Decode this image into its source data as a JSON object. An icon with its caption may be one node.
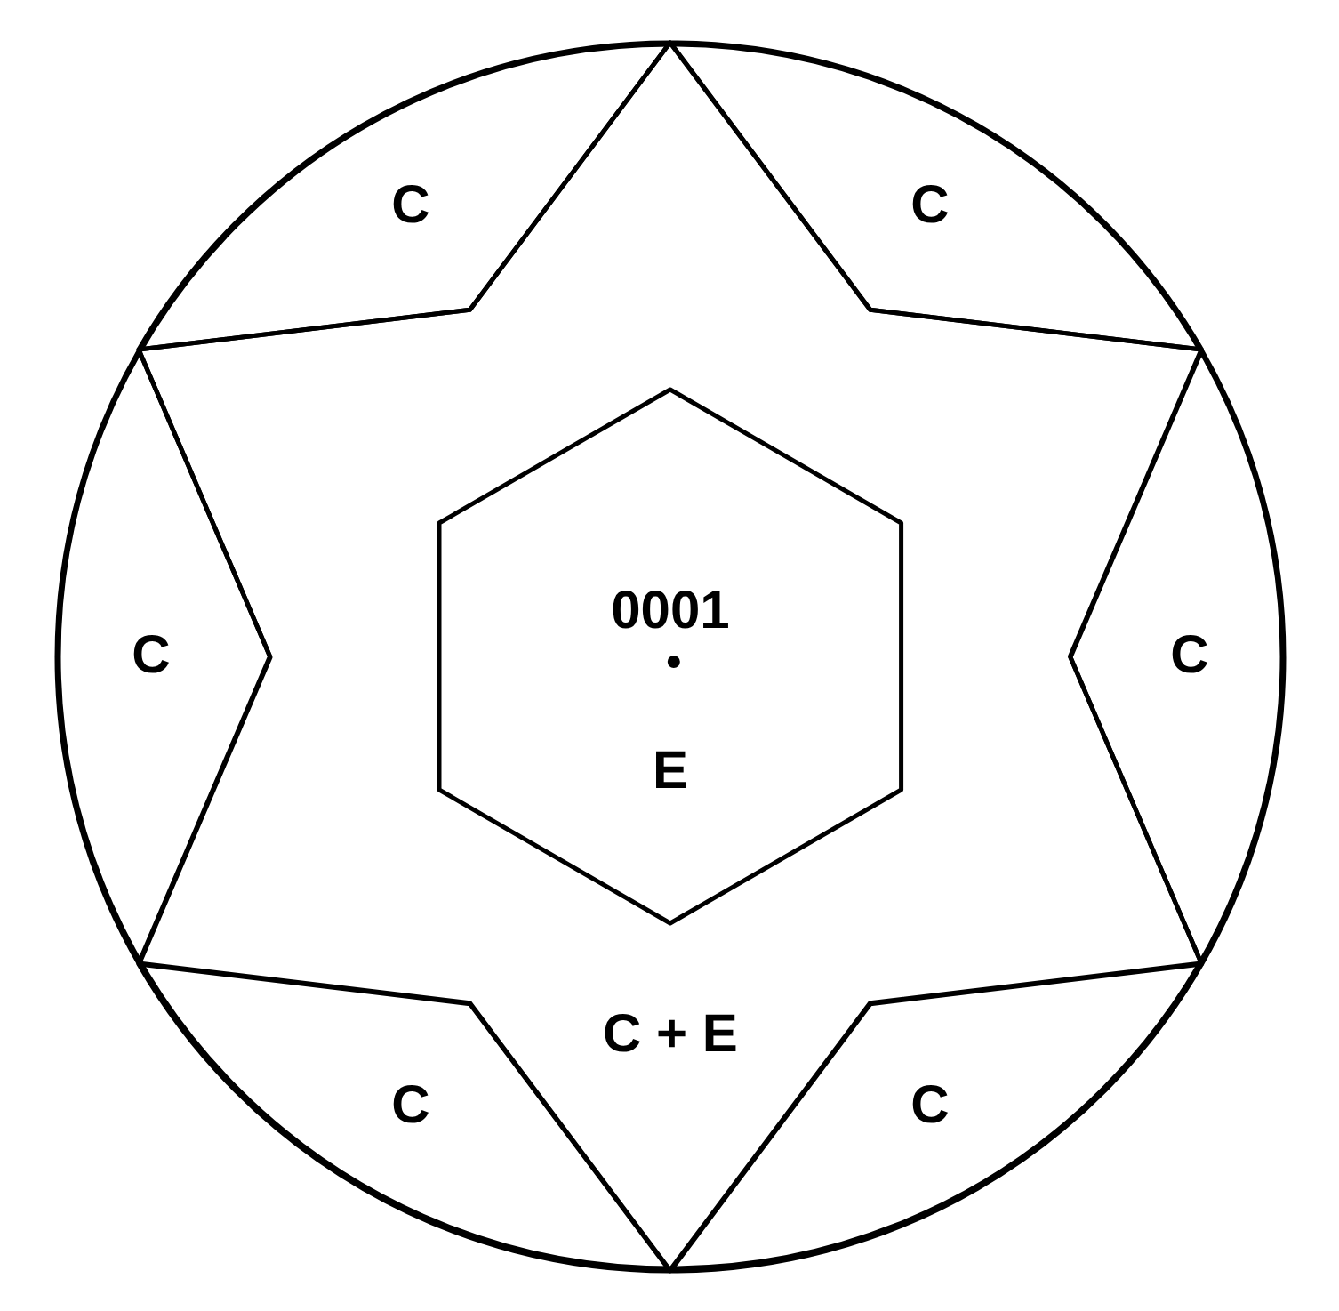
{
  "diagram": {
    "nodes": [
      {
        "text": [],
        "shape": "circle"
      },
      {
        "text": [
          "C"
        ],
        "in": 0
      },
      {
        "text": [
          "C"
        ],
        "in": 0
      },
      {
        "text": [
          "C"
        ],
        "in": 0
      },
      {
        "text": [
          "C"
        ],
        "in": 0
      },
      {
        "text": [
          "C"
        ],
        "in": 0
      },
      {
        "text": [
          "C"
        ],
        "in": 0
      },
      {
        "text": [
          "C + E"
        ],
        "in": 0
      },
      {
        "text": [
          "0001",
          "E"
        ],
        "in": 7
      }
    ],
    "edges": []
  }
}
